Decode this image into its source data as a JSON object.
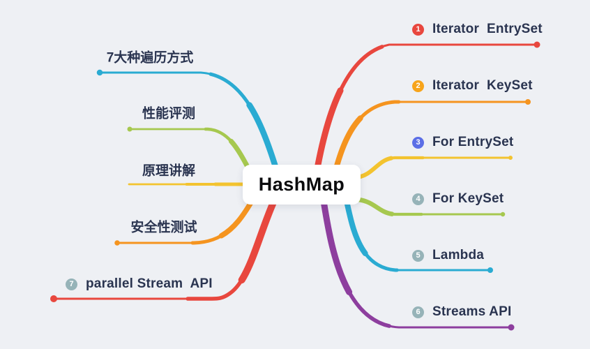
{
  "canvas": {
    "background": "#eef0f4"
  },
  "center": {
    "label": "HashMap"
  },
  "left_items": [
    {
      "label": "7大种遍历方式",
      "color": "#2aabd2"
    },
    {
      "label": "性能评测",
      "color": "#a6c84f"
    },
    {
      "label": "原理讲解",
      "color": "#f3c32f"
    },
    {
      "label": "安全性测试",
      "color": "#f5941f"
    },
    {
      "label": "parallel Stream  API",
      "badge": "7",
      "badge_color": "#96b3b8",
      "color": "#e8473e"
    }
  ],
  "right_items": [
    {
      "label": "Iterator  EntrySet",
      "badge": "1",
      "badge_color": "#e8473e",
      "color": "#e8473e"
    },
    {
      "label": "Iterator  KeySet",
      "badge": "2",
      "badge_color": "#f7a41b",
      "color": "#f5941f"
    },
    {
      "label": "For EntrySet",
      "badge": "3",
      "badge_color": "#5b6ee6",
      "color": "#f3c32f"
    },
    {
      "label": "For KeySet",
      "badge": "4",
      "badge_color": "#96b3b8",
      "color": "#a6c84f"
    },
    {
      "label": "Lambda",
      "badge": "5",
      "badge_color": "#96b3b8",
      "color": "#2aabd2"
    },
    {
      "label": "Streams API",
      "badge": "6",
      "badge_color": "#96b3b8",
      "color": "#8d3e9e"
    }
  ]
}
